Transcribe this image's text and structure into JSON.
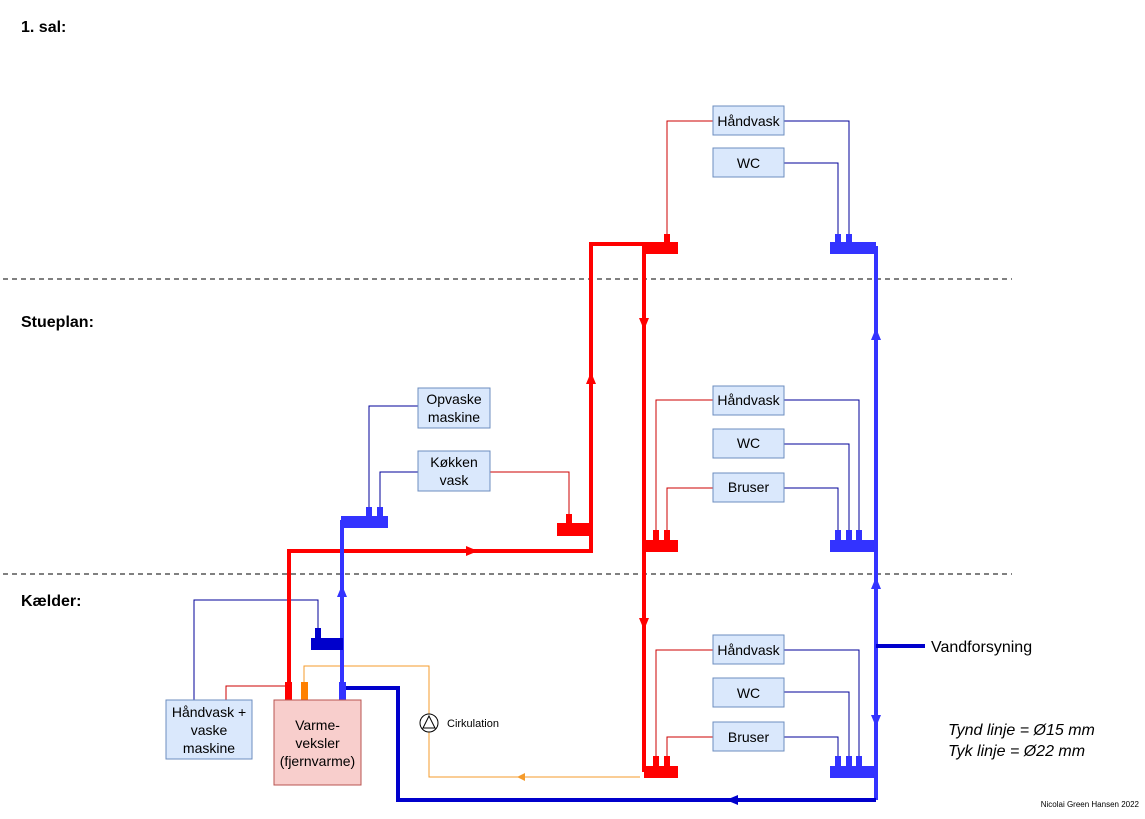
{
  "floors": {
    "first": "1. sal:",
    "ground": "Stueplan:",
    "basement": "Kælder:"
  },
  "fixtures": {
    "first_handvask": "Håndvask",
    "first_wc": "WC",
    "opvask_line1": "Opvaske",
    "opvask_line2": "maskine",
    "kokken_line1": "Køkken",
    "kokken_line2": "vask",
    "ground_handvask": "Håndvask",
    "ground_wc": "WC",
    "ground_bruser": "Bruser",
    "basement_handvask": "Håndvask",
    "basement_wc": "WC",
    "basement_bruser": "Bruser",
    "vask_line1": "Håndvask +",
    "vask_line2": "vaske",
    "vask_line3": "maskine"
  },
  "heater": {
    "line1": "Varme-",
    "line2": "veksler",
    "line3": "(fjernvarme)"
  },
  "pump_label": "Cirkulation",
  "water_supply": "Vandforsyning",
  "legend": {
    "thin": "Tynd linje = Ø15 mm",
    "thick": "Tyk linje = Ø22 mm"
  },
  "credit": "Nicolai Green Hansen 2022",
  "colors": {
    "hot": "#ff0000",
    "cold": "#3333ff",
    "cold_main": "#0000cc",
    "circulation": "#f59b2b",
    "fixture_fill": "#dae8fc",
    "heater_fill": "#f8cecc"
  }
}
